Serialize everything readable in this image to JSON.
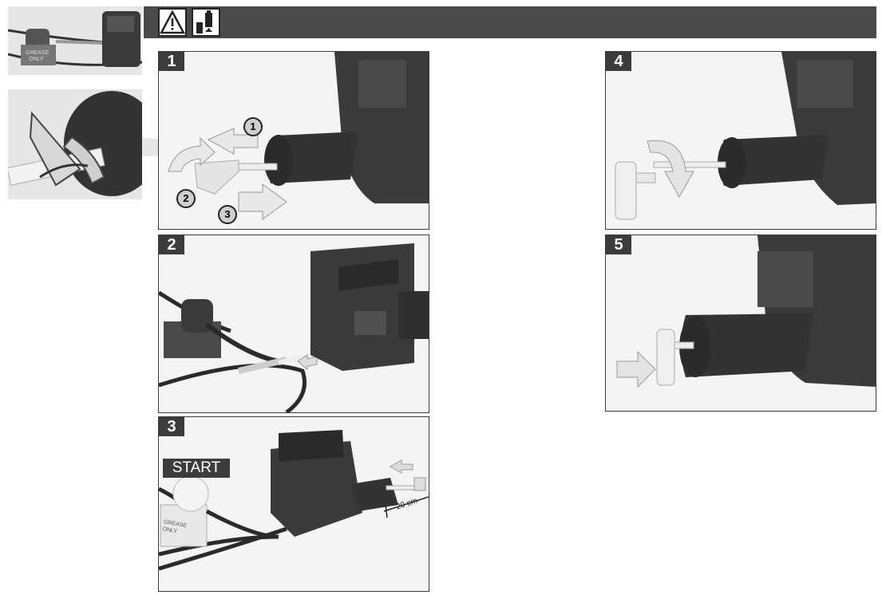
{
  "header": {
    "icons": [
      "warning-triangle-icon",
      "battery-removal-icon"
    ],
    "accent_color": "#4a4a4a"
  },
  "panels": [
    {
      "step": "1"
    },
    {
      "step": "2"
    },
    {
      "step": "3",
      "start_label": "START",
      "dimension": "20 cm",
      "device_label_lines": [
        "GREASE",
        "ONLY"
      ]
    },
    {
      "step": "4"
    },
    {
      "step": "5"
    }
  ],
  "callouts": [
    "1",
    "2",
    "3"
  ],
  "thumbnail": {
    "device_label_lines": [
      "GREASE",
      "ONLY"
    ]
  }
}
